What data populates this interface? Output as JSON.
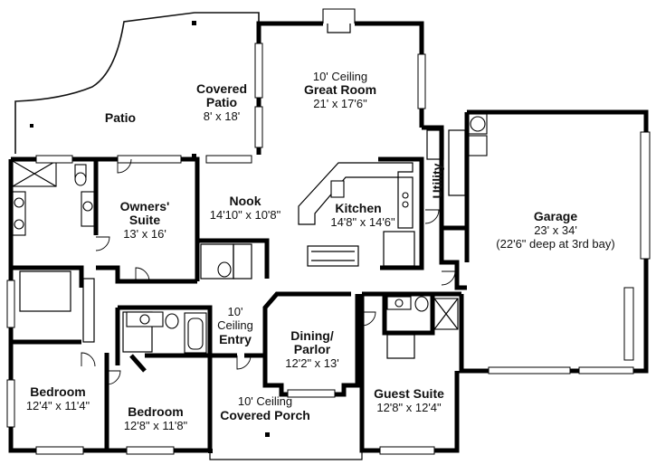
{
  "rooms": {
    "great_room": {
      "line1": "10' Ceiling",
      "name": "Great Room",
      "dims": "21' x 17'6\""
    },
    "covered_patio": {
      "name1": "Covered",
      "name2": "Patio",
      "dims": "8' x 18'"
    },
    "patio": {
      "name": "Patio"
    },
    "owners_suite": {
      "name1": "Owners'",
      "name2": "Suite",
      "dims": "13' x 16'"
    },
    "nook": {
      "name": "Nook",
      "dims": "14'10\" x 10'8\""
    },
    "kitchen": {
      "name": "Kitchen",
      "dims": "14'8\" x 14'6\""
    },
    "utility": {
      "name": "Utility"
    },
    "garage": {
      "name": "Garage",
      "dims": "23' x 34'",
      "note": "(22'6\" deep at 3rd bay)"
    },
    "entry": {
      "line1": "10'",
      "line2": "Ceiling",
      "name": "Entry"
    },
    "dining": {
      "name1": "Dining/",
      "name2": "Parlor",
      "dims": "12'2\" x 13'"
    },
    "bedroom_1": {
      "name": "Bedroom",
      "dims": "12'4\" x 11'4\""
    },
    "bedroom_2": {
      "name": "Bedroom",
      "dims": "12'8\" x 11'8\""
    },
    "covered_porch": {
      "line1": "10' Ceiling",
      "name": "Covered Porch"
    },
    "guest_suite": {
      "name": "Guest Suite",
      "dims": "12'8\" x 12'4\""
    }
  },
  "colors": {
    "wall": "#000000",
    "background": "#ffffff",
    "text": "#111111"
  }
}
